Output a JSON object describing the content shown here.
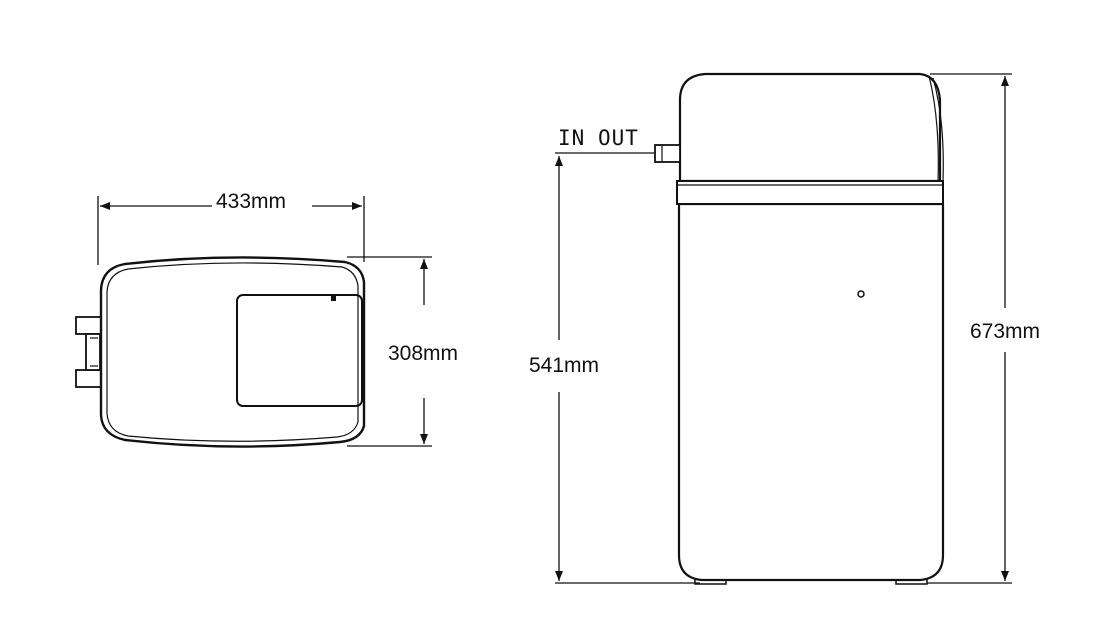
{
  "top_view": {
    "width_label": "433mm",
    "depth_label": "308mm"
  },
  "side_view": {
    "port_in_label": "IN",
    "port_out_label": "OUT",
    "body_height_label": "541mm",
    "total_height_label": "673mm"
  },
  "colors": {
    "line": "#111111",
    "background": "#ffffff"
  }
}
